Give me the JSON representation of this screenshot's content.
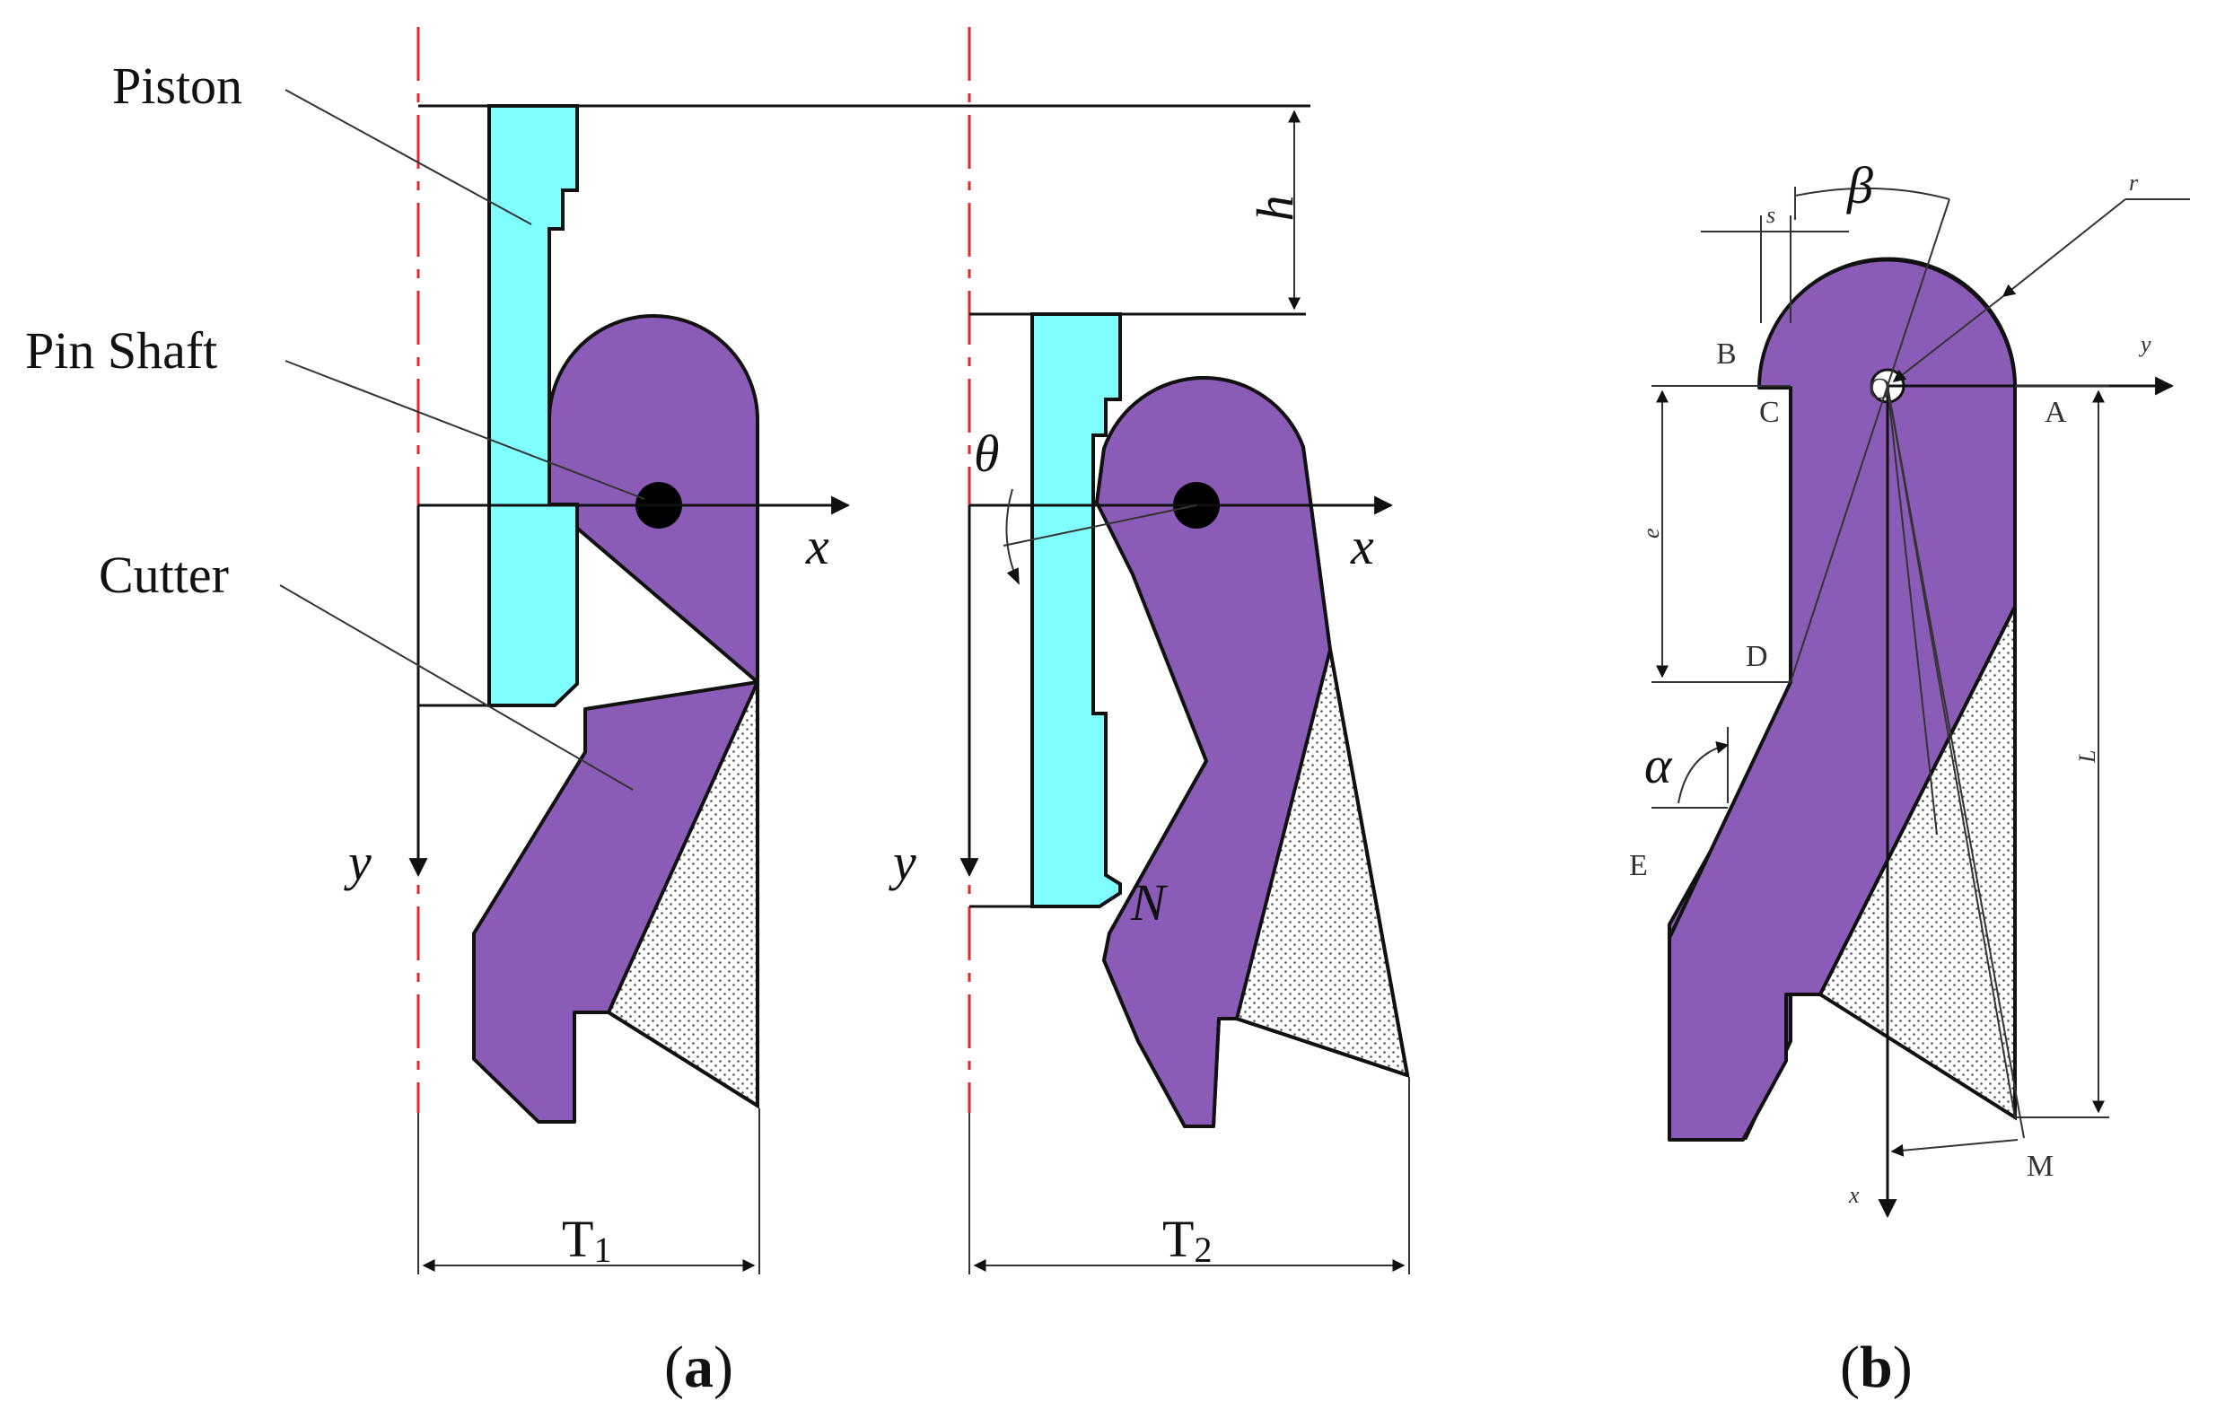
{
  "labels": {
    "piston": "Piston",
    "pin_shaft": "Pin Shaft",
    "cutter": "Cutter",
    "x": "x",
    "y": "y",
    "h": "h",
    "theta": "θ",
    "n": "N",
    "t1_base": "T",
    "t1_sub": "1",
    "t2_base": "T",
    "t2_sub": "2"
  },
  "panel_b": {
    "beta": "β",
    "alpha": "α",
    "s": "s",
    "r": "r",
    "o": "O",
    "a": "A",
    "b": "B",
    "c": "C",
    "d": "D",
    "e": "E",
    "m": "M",
    "y": "y",
    "x": "x",
    "e_dim": "e",
    "l_dim": "L"
  },
  "captions": {
    "a_open": "(",
    "a_letter": "a",
    "a_close": ")",
    "b_open": "(",
    "b_letter": "b",
    "b_close": ")"
  },
  "colors": {
    "cutter": "#8b5bb8",
    "piston": "#80ffff",
    "centerline": "#e0282e"
  }
}
